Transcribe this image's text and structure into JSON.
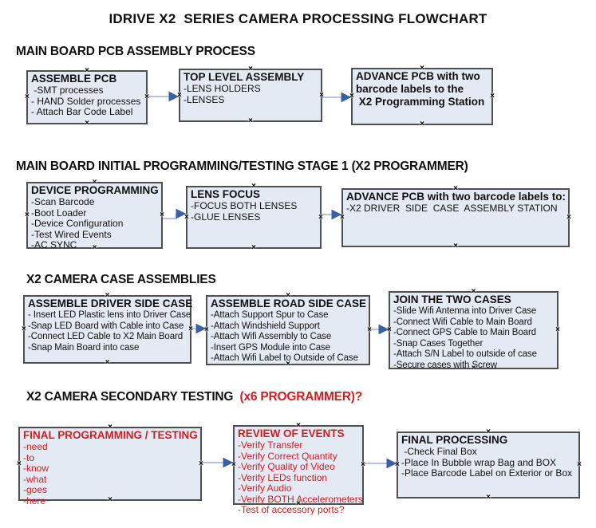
{
  "title": "IDRIVE X2  SERIES CAMERA PROCESSING FLOWCHART",
  "glyphs": {
    "handle": "×"
  },
  "colors": {
    "fill": "#e4eaf4",
    "border": "#4f4f4f",
    "arrow_line": "#9ab1d0",
    "arrow_head": "#3a5fa6",
    "red": "#cc2024",
    "ink": "#101010"
  },
  "sections": [
    {
      "header": "MAIN BOARD PCB ASSEMBLY PROCESS",
      "boxes": [
        {
          "title": "ASSEMBLE PCB",
          "items": [
            " -SMT processes",
            "- HAND Solder processes",
            "- Attach Bar Code Label"
          ]
        },
        {
          "title": "TOP LEVEL ASSEMBLY",
          "items": [
            "-LENS HOLDERS",
            "-LENSES"
          ]
        },
        {
          "title_lines": [
            "ADVANCE PCB with two",
            "barcode labels to the",
            " X2 Programming Station"
          ]
        }
      ]
    },
    {
      "header": "MAIN BOARD INITIAL PROGRAMMING/TESTING STAGE 1 (X2 PROGRAMMER)",
      "boxes": [
        {
          "title": "DEVICE PROGRAMMING",
          "items": [
            "-Scan Barcode",
            "-Boot Loader",
            "-Device Configuration",
            "-Test Wired Events",
            "-AC SYNC"
          ]
        },
        {
          "title": "LENS FOCUS",
          "items": [
            "-FOCUS BOTH LENSES",
            "-GLUE LENSES"
          ]
        },
        {
          "title": "ADVANCE PCB with two barcode labels to:",
          "items": [
            "-X2 DRIVER  SIDE  CASE  ASSEMBLY STATION"
          ]
        }
      ]
    },
    {
      "header": "X2 CAMERA CASE ASSEMBLIES",
      "boxes": [
        {
          "title": "ASSEMBLE DRIVER SIDE CASE",
          "items": [
            "- Insert LED Plastic lens into Driver Case",
            "-Snap LED Board with Cable into Case",
            "-Connect LED Cable to X2 Main Board",
            "-Snap Main Board into case"
          ]
        },
        {
          "title": "ASSEMBLE ROAD SIDE CASE",
          "items": [
            "-Attach Support Spur to Case",
            "-Attach Windshield Support",
            "-Attach Wifi Assembly to Case",
            "-Insert GPS Module into Case",
            "-Attach Wifi Label to Outside of Case"
          ]
        },
        {
          "title": "JOIN THE TWO CASES",
          "items": [
            "-Slide Wifi Antenna into Driver Case",
            "-Connect Wifi Cable to Main Board",
            "-Connect GPS Cable to Main Board",
            "-Snap Cases Together",
            "-Attach S/N Label to outside of case",
            "-Secure cases with Screw"
          ]
        }
      ]
    },
    {
      "header": "X2 CAMERA SECONDARY TESTING  ",
      "header_red": "(x6 PROGRAMMER)?",
      "boxes": [
        {
          "title": "FINAL PROGRAMMING / TESTING",
          "items": [
            "-need",
            "-to",
            "-know",
            "-what",
            "-goes",
            "-here"
          ]
        },
        {
          "title": "REVIEW OF EVENTS",
          "items": [
            "-Verify Transfer",
            "-Verify Correct Quantity",
            "-Verify Quality of Video",
            "-Verify LEDs function",
            "-Verify Audio",
            "-Verify BOTH Accelerometers",
            "-Test of accessory ports?"
          ]
        },
        {
          "title": "FINAL PROCESSING",
          "items": [
            " -Check Final Box",
            "-Place In Bubble wrap Bag and BOX",
            "-Place Barcode Label on Exterior or Box"
          ]
        }
      ]
    }
  ]
}
